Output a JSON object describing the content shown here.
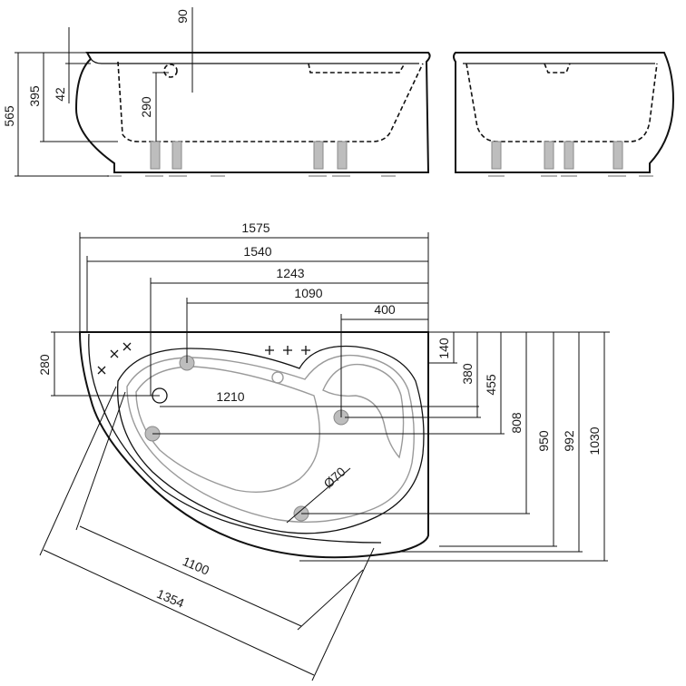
{
  "side_view": {
    "height_total": "565",
    "height_rim_to_bottom": "395",
    "height_rim_offset": "42",
    "overflow_height": "290",
    "overflow_offset": "90"
  },
  "plan_view": {
    "widths": {
      "total_width": "1575",
      "width_1540": "1540",
      "width_1243": "1243",
      "width_1090": "1090",
      "width_400": "400",
      "inner_length": "1210"
    },
    "depths": {
      "depth_140": "140",
      "depth_380": "380",
      "depth_455": "455",
      "depth_808": "808",
      "depth_950": "950",
      "depth_992": "992",
      "depth_1030": "1030"
    },
    "left_offset": "280",
    "drain_diameter": "Ø70",
    "diagonal_short": "1100",
    "diagonal_long": "1354"
  }
}
